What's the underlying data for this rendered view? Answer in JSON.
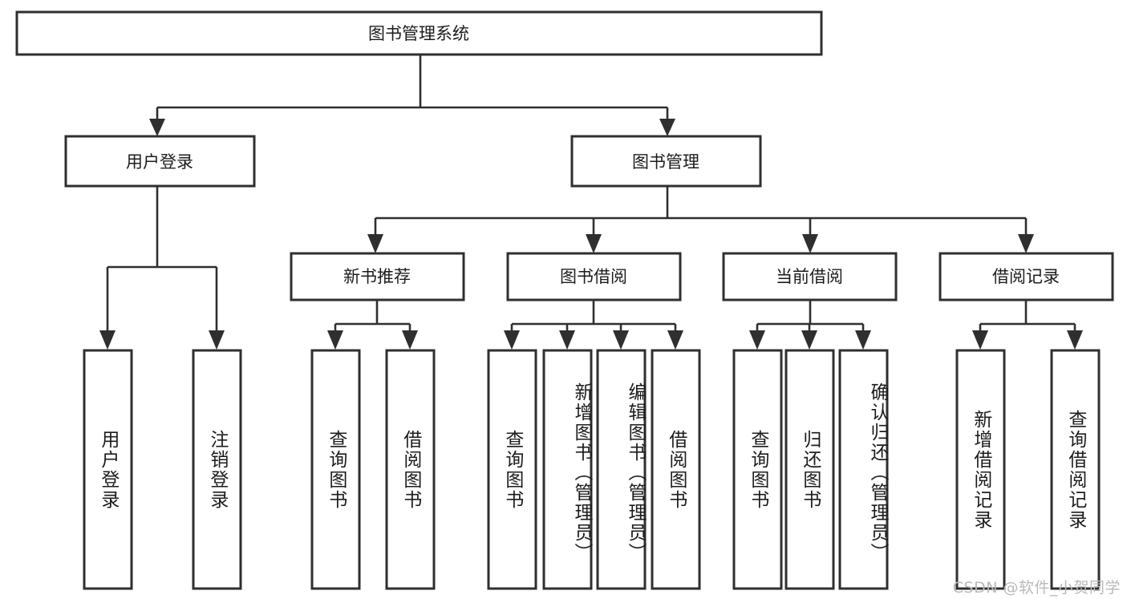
{
  "diagram": {
    "type": "tree-hierarchy",
    "title": "图书管理系统",
    "root": {
      "label": "图书管理系统"
    },
    "level2": [
      {
        "label": "用户登录"
      },
      {
        "label": "图书管理"
      }
    ],
    "level3": [
      {
        "label": "新书推荐"
      },
      {
        "label": "图书借阅"
      },
      {
        "label": "当前借阅"
      },
      {
        "label": "借阅记录"
      }
    ],
    "leaves": {
      "user_login": [
        {
          "label": "用户登录"
        },
        {
          "label": "注销登录"
        }
      ],
      "new_book_recommend": [
        {
          "label": "查询图书"
        },
        {
          "label": "借阅图书"
        }
      ],
      "book_borrow": [
        {
          "label": "查询图书"
        },
        {
          "label": "新增图书（管理员）"
        },
        {
          "label": "编辑图书（管理员）"
        },
        {
          "label": "借阅图书"
        }
      ],
      "current_borrow": [
        {
          "label": "查询图书"
        },
        {
          "label": "归还图书"
        },
        {
          "label": "确认归还（管理员）"
        }
      ],
      "borrow_record": [
        {
          "label": "新增借阅记录"
        },
        {
          "label": "查询借阅记录"
        }
      ]
    }
  },
  "watermark": {
    "text": "CSDN @软件_小贺同学"
  },
  "colors": {
    "box_stroke": "#2f2f2f",
    "box_fill": "#ffffff",
    "text": "#1c1c1c",
    "watermark": "#b9b9b9",
    "background": "#ffffff"
  }
}
